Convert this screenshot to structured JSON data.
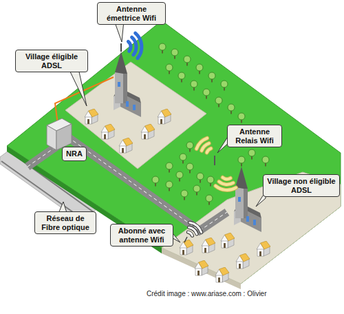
{
  "diagram": {
    "nodes": [
      {
        "text": [
          "Antenne émettrice Wifi"
        ]
      },
      {
        "text": [
          "Village éligible ADSL"
        ]
      },
      {
        "text": [
          "Antenne Relais Wifi"
        ]
      },
      {
        "text": [
          "NRA"
        ]
      },
      {
        "text": [
          "Village non éligible ADSL"
        ]
      },
      {
        "text": [
          "Réseau de Fibre optique"
        ]
      },
      {
        "text": [
          "Abonné avec antenne Wifi"
        ]
      }
    ],
    "labels": [
      "Crédit image : www.ariase.com : Olivier"
    ]
  }
}
